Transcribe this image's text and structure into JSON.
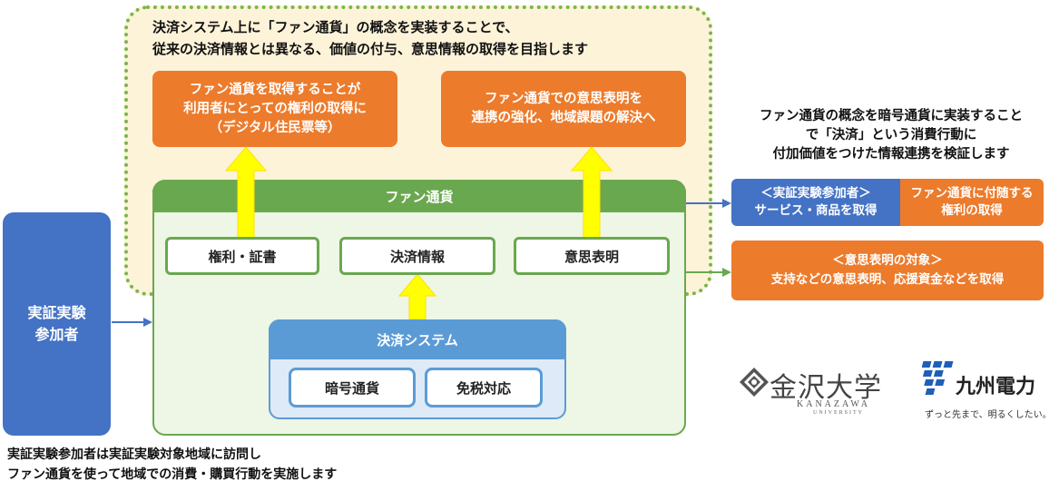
{
  "intro": {
    "line1": "決済システム上に「ファン通貨」の概念を実装することで、",
    "line2": "従来の決済情報とは異なる、価値の付与、意思情報の取得を目指します"
  },
  "goals": {
    "rights": [
      "ファン通貨を取得することが",
      "利用者にとっての権利の取得に",
      "（デジタル住民票等）"
    ],
    "expression": [
      "ファン通貨での意思表明を",
      "連携の強化、地域課題の解決へ"
    ]
  },
  "fan_currency": {
    "title": "ファン通貨",
    "items": [
      "権利・証書",
      "決済情報",
      "意思表明"
    ]
  },
  "payment_system": {
    "title": "決済システム",
    "items": [
      "暗号通貨",
      "免税対応"
    ]
  },
  "participant": {
    "line1": "実証実験",
    "line2": "参加者"
  },
  "right_note": {
    "line1": "ファン通貨の概念を暗号通貨に実装すること",
    "line2": "で「決済」という消費行動に",
    "line3": "付加価値をつけた情報連携を検証します"
  },
  "outcomes": {
    "participant_line1": "＜実証実験参加者＞",
    "participant_line2": "サービス・商品を取得",
    "rights_line1": "ファン通貨に付随する",
    "rights_line2": "権利の取得",
    "intent_line1": "＜意思表明の対象＞",
    "intent_line2": "支持などの意思表明、応援資金などを取得"
  },
  "bottom_note": {
    "line1": "実証実験参加者は実証実験対象地域に訪問し",
    "line2": "ファン通貨を使って地域での消費・購買行動を実施します"
  },
  "logos": {
    "kanazawa_name": "金沢大学",
    "kanazawa_en": "KANAZAWA",
    "kanazawa_en2": "UNIVERSITY",
    "kyushu_name": "九州電力",
    "kyushu_tagline": "ずっと先まで、明るくしたい。"
  },
  "colors": {
    "green": "#6aa84f",
    "orange": "#ec7b2c",
    "blue": "#4472c4",
    "light_blue": "#5b9bd5",
    "yellow_arrow": "#ffff00",
    "cream": "#fdf3d9"
  }
}
